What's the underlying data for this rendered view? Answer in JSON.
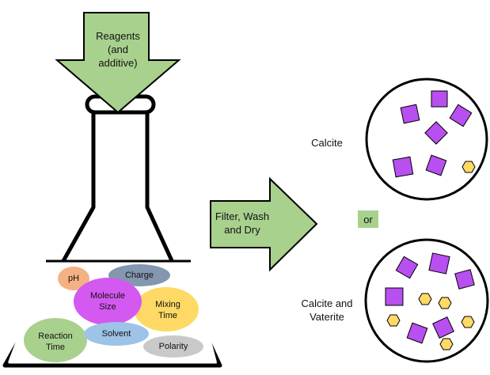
{
  "reagents_arrow": {
    "label": "Reagents\n(and\nadditive)"
  },
  "process_arrow": {
    "label": "Filter, Wash\nand Dry"
  },
  "or_label": "or",
  "flask_factors": [
    {
      "label": "pH",
      "color": "#f4b183"
    },
    {
      "label": "Charge",
      "color": "#8497b0"
    },
    {
      "label": "Molecule\nSize",
      "color": "#d359f1"
    },
    {
      "label": "Mixing\nTime",
      "color": "#ffd966"
    },
    {
      "label": "Solvent",
      "color": "#9dc3e6"
    },
    {
      "label": "Reaction\nTime",
      "color": "#a9d18e"
    },
    {
      "label": "Polarity",
      "color": "#c9c9c9"
    }
  ],
  "outcomes": [
    {
      "label": "Calcite"
    },
    {
      "label": "Calcite and\nVaterite"
    }
  ],
  "colors": {
    "arrow_fill": "#a9d18e",
    "calcite_crystal": "#b84ff0",
    "vaterite_crystal": "#ffd966",
    "outline": "#000000"
  }
}
